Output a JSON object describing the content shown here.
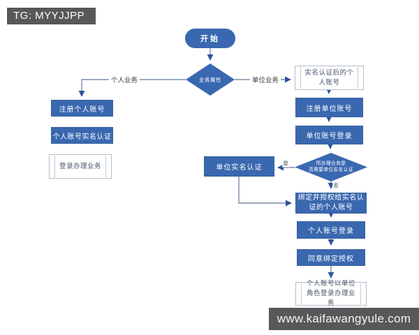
{
  "watermarks": {
    "telegram": "TG: MYYJJPP",
    "website": "www.kaifawangyule.com"
  },
  "colors": {
    "node_fill": "#3A68B0",
    "node_text": "#FFFFFF",
    "white_node_text": "#44546A",
    "connector_line": "#7A8BA8",
    "arrowhead": "#2F549C",
    "watermark_bg": "#57585A",
    "watermark_text": "#FFFFFF"
  },
  "flow": {
    "start": "开始",
    "decision_business_type": "业务属性",
    "edges": {
      "personal": "个人业务",
      "unit": "单位业务",
      "yes": "是",
      "no": "否"
    },
    "personal_branch": {
      "register": "注册个人账号",
      "realname": "个人账号实名认证",
      "login_handle": "登录办理业务"
    },
    "unit_branch": {
      "realname_personal_account": "实名认证后的个人账号",
      "register": "注册单位账号",
      "login": "单位账号登录",
      "decision_need_realname": {
        "line1": "所办理业务是",
        "line2": "否需要单位实名认证"
      },
      "unit_realname": "单位实名认证",
      "bind_authorize": "绑定并授权给实名认证的个人账号",
      "personal_login": "个人账号登录",
      "agree_bind": "同意绑定授权",
      "login_as_unit_role": "个人账号以单位角色登录办理业务"
    }
  }
}
